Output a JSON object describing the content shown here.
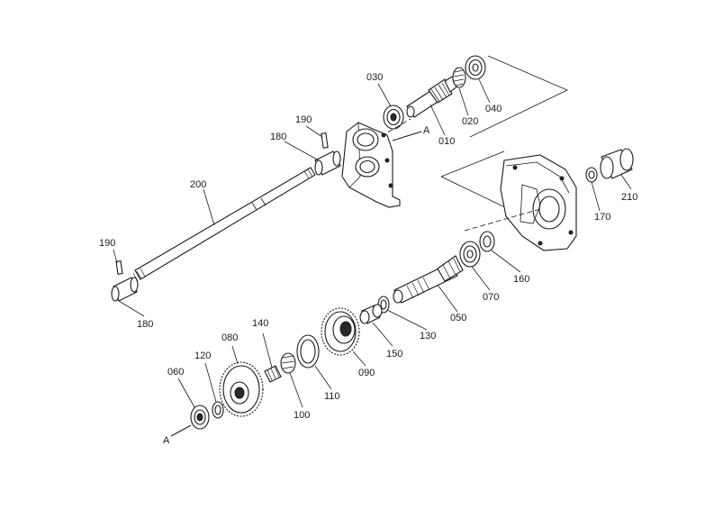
{
  "labels": {
    "p010": "010",
    "p020": "020",
    "p030": "030",
    "p040": "040",
    "p050": "050",
    "p060": "060",
    "p070": "070",
    "p080": "080",
    "p090": "090",
    "p100": "100",
    "p110": "110",
    "p120": "120",
    "p130": "130",
    "p140": "140",
    "p150": "150",
    "p160": "160",
    "p170": "170",
    "p180a": "180",
    "p180b": "180",
    "p190a": "190",
    "p190b": "190",
    "p200": "200",
    "p210": "210",
    "refA1": "A",
    "refA2": "A"
  },
  "colors": {
    "ink": "#1a1a1a",
    "paper": "#ffffff"
  }
}
